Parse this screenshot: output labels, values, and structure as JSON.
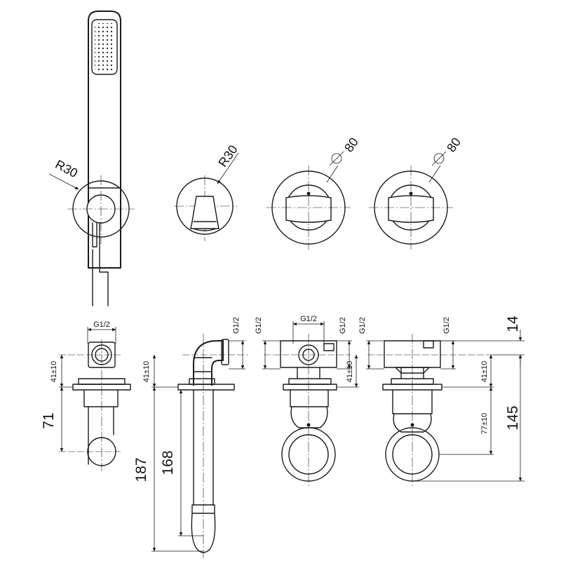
{
  "top_row": {
    "radius_label_1": "R30",
    "radius_label_2": "R30",
    "diameter_label_1": "80",
    "diameter_label_2": "80"
  },
  "bottom_row": {
    "thread_label_1": "G1/2",
    "thread_label_2": "G1/2",
    "thread_label_3": "G1/2",
    "thread_label_4": "G1/2",
    "thread_label_5": "G1/2",
    "thread_label_6": "G1/2",
    "thread_label_7": "G1/2",
    "tol_label_1": "41±10",
    "tol_label_2": "41±10",
    "tol_label_3": "41±10",
    "tol_label_4": "41±10",
    "tol_label_5": "77±10",
    "dim_71": "71",
    "dim_187": "187",
    "dim_168": "168",
    "dim_14": "14",
    "dim_145": "145"
  }
}
